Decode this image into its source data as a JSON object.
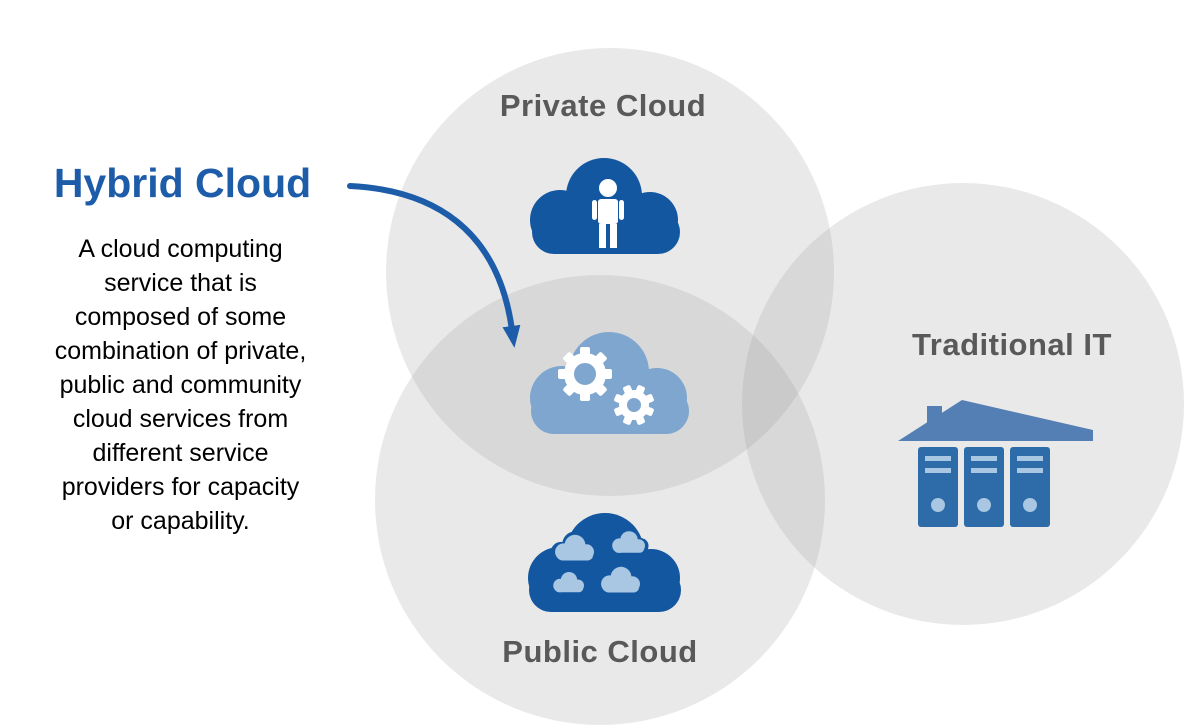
{
  "title": "Hybrid Cloud",
  "description_lines": [
    "A cloud computing",
    "service that is",
    "composed of some",
    "combination of private,",
    "public and community",
    "cloud services from",
    "different service",
    "providers for capacity",
    "or capability."
  ],
  "circles": {
    "private_cloud": {
      "label": "Private Cloud"
    },
    "public_cloud": {
      "label": "Public Cloud"
    },
    "traditional_it": {
      "label": "Traditional IT"
    }
  },
  "icons": {
    "private": "cloud-with-person-icon",
    "hybrid": "cloud-with-gears-icon",
    "public": "cloud-of-clouds-icon",
    "traditional": "server-towers-with-roof-icon",
    "arrow": "hybrid-pointer-arrow"
  },
  "colors": {
    "title_blue": "#1D5CA9",
    "dark_blue": "#1257A0",
    "medium_blue": "#7FA6CE",
    "light_blue": "#A9C6E2",
    "server_blue": "#2D6CA9",
    "roof_blue": "#537FB4",
    "label_gray": "#595959",
    "circle_gray": "#E8E8E8",
    "overlap_gray": "#D7D7D7",
    "text_black": "#000000"
  }
}
